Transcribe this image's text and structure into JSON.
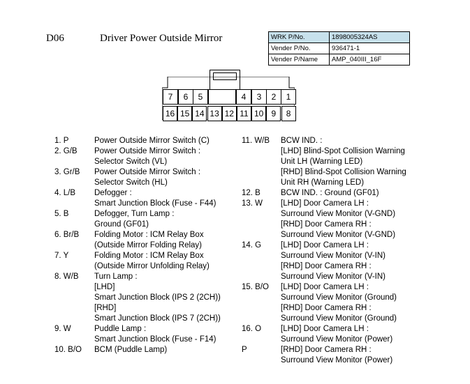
{
  "header": {
    "code": "D06",
    "title": "Driver Power Outside Mirror"
  },
  "info_table": [
    {
      "label": "WRK P/No.",
      "value": "1898005324AS"
    },
    {
      "label": "Vender P/No.",
      "value": "936471-1"
    },
    {
      "label": "Vender P/Name",
      "value": "AMP_040III_16F"
    }
  ],
  "connector": {
    "top_row": [
      "7",
      "6",
      "5",
      "",
      "4",
      "3",
      "2",
      "1"
    ],
    "bottom_row": [
      "16",
      "15",
      "14",
      "13",
      "12",
      "11",
      "10",
      "9",
      "8"
    ]
  },
  "pins_left": [
    {
      "num": "1. P",
      "lines": [
        "Power Outside Mirror Switch (C)"
      ]
    },
    {
      "num": "2. G/B",
      "lines": [
        "Power Outside Mirror Switch :",
        "Selector Switch (VL)"
      ]
    },
    {
      "num": "3. Gr/B",
      "lines": [
        "Power Outside Mirror Switch :",
        "Selector Switch (HL)"
      ]
    },
    {
      "num": "4. L/B",
      "lines": [
        "Defogger :",
        "Smart Junction Block (Fuse - F44)"
      ]
    },
    {
      "num": "5. B",
      "lines": [
        "Defogger, Turn Lamp :",
        "Ground (GF01)"
      ]
    },
    {
      "num": "6. Br/B",
      "lines": [
        "Folding Motor : ICM Relay Box",
        "(Outside Mirror Folding Relay)"
      ]
    },
    {
      "num": "7. Y",
      "lines": [
        "Folding Motor : ICM Relay Box",
        "(Outside Mirror Unfolding Relay)"
      ]
    },
    {
      "num": "8. W/B",
      "lines": [
        "Turn Lamp :",
        "[LHD]",
        "Smart Junction Block (IPS 2 (2CH))",
        "[RHD]",
        "Smart Junction Block (IPS 7 (2CH))"
      ]
    },
    {
      "num": "9. W",
      "lines": [
        "Puddle Lamp :",
        "Smart Junction Block (Fuse - F14)"
      ]
    },
    {
      "num": "10. B/O",
      "lines": [
        "BCM (Puddle Lamp)"
      ]
    }
  ],
  "pins_right": [
    {
      "num": "11. W/B",
      "lines": [
        "BCW IND. :",
        "[LHD] Blind-Spot Collision Warning",
        "Unit LH (Warning LED)",
        "[RHD] Blind-Spot Collision Warning",
        "Unit RH (Warning LED)"
      ]
    },
    {
      "num": "12. B",
      "lines": [
        "BCW IND. : Ground (GF01)"
      ]
    },
    {
      "num": "13. W",
      "lines": [
        "[LHD] Door Camera LH :",
        "Surround View Monitor (V-GND)",
        "[RHD] Door Camera RH :",
        "Surround View Monitor (V-GND)"
      ]
    },
    {
      "num": "14. G",
      "lines": [
        "[LHD] Door Camera LH :",
        "Surround View Monitor (V-IN)",
        "[RHD] Door Camera RH :",
        "Surround View Monitor (V-IN)"
      ]
    },
    {
      "num": "15. B/O",
      "lines": [
        "[LHD] Door Camera LH :",
        "Surround View Monitor (Ground)",
        "[RHD] Door Camera RH :",
        "Surround View Monitor (Ground)"
      ]
    },
    {
      "num": "16. O",
      "lines": [
        "[LHD] Door Camera LH :",
        "Surround View Monitor (Power)"
      ]
    },
    {
      "num": "P",
      "lines": [
        "[RHD] Door Camera RH :",
        "Surround View Monitor (Power)"
      ]
    }
  ]
}
